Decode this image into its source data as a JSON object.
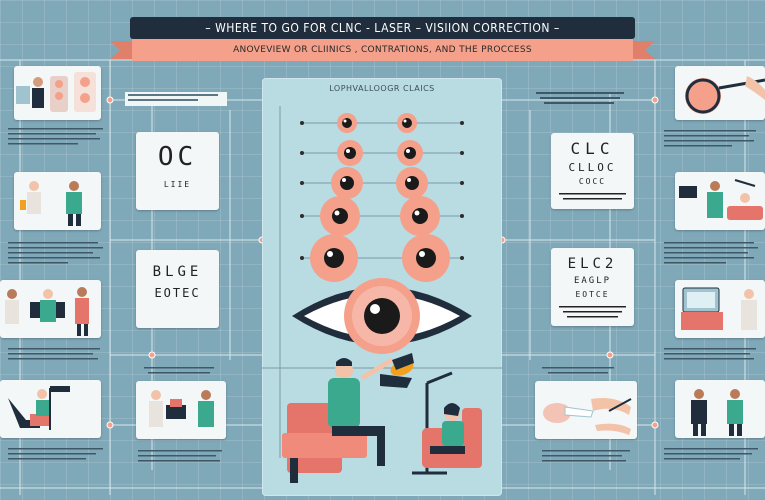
{
  "header": {
    "title": "– WHERE TO GO FOR CLNC - LASER – VISIION CORRECTION –",
    "subtitle": "ANOVEVIEW OR CLIINICS , CONTRATIONS, AND THE PROCCESS"
  },
  "center": {
    "title": "LOPHVALLOOGR CLAICS"
  },
  "charts": {
    "left_top": {
      "line1": "OC",
      "line2": "LIIE"
    },
    "left_mid": {
      "line1": "BLGE",
      "line2": "EOTEC"
    },
    "right_top": {
      "line1": "CLC",
      "line2": "CLLOC",
      "line3": "COCC"
    },
    "right_mid": {
      "line1": "ELC2",
      "line2": "EAGLP",
      "line3": "EOTCE"
    }
  },
  "colors": {
    "background": "#7fa9b9",
    "banner_dark": "#1f2d3d",
    "ribbon": "#f4a08a",
    "eye_pink": "#f49080",
    "panel": "#b9dbe2"
  }
}
